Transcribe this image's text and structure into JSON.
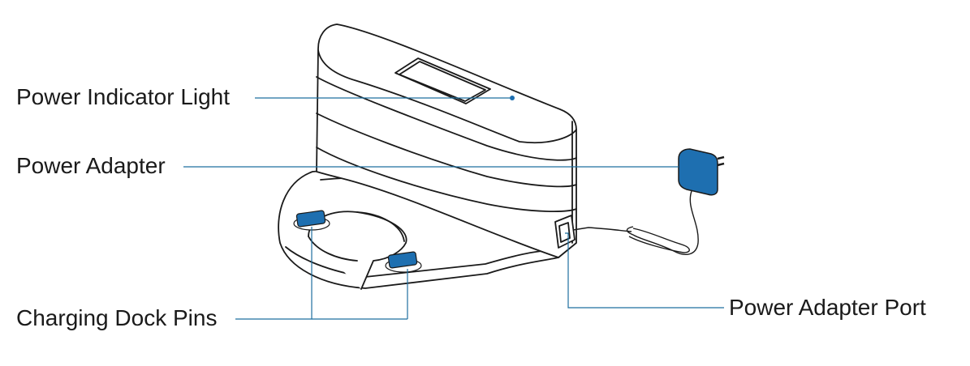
{
  "labels": {
    "power_indicator_light": "Power Indicator Light",
    "power_adapter": "Power Adapter",
    "charging_dock_pins": "Charging Dock Pins",
    "power_adapter_port": "Power Adapter Port"
  },
  "colors": {
    "outline": "#1a1a1a",
    "leader_line": "#1f6f9f",
    "accent_blue": "#1e6fb0",
    "background": "#ffffff"
  }
}
